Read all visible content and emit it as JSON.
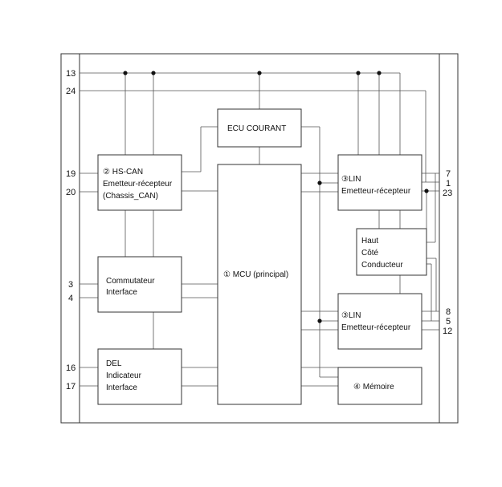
{
  "pins": {
    "p13": "13",
    "p24": "24",
    "p19": "19",
    "p20": "20",
    "p3": "3",
    "p4": "4",
    "p16": "16",
    "p17": "17",
    "p7": "7",
    "p1": "1",
    "p23": "23",
    "p8": "8",
    "p5": "5",
    "p12": "12"
  },
  "blocks": {
    "ecu_courant": {
      "line1": "ECU COURANT"
    },
    "hs_can": {
      "line1": "② HS-CAN",
      "line2": "Emetteur-récepteur",
      "line3": "(Chassis_CAN)"
    },
    "commutateur": {
      "line1": "Commutateur",
      "line2": "Interface"
    },
    "del": {
      "line1": "DEL",
      "line2": "Indicateur",
      "line3": "Interface"
    },
    "mcu": {
      "line1": "① MCU (principal)"
    },
    "lin_top": {
      "line1": "③LIN",
      "line2": "Emetteur-récepteur"
    },
    "haut": {
      "line1": "Haut",
      "line2": "Côté",
      "line3": "Conducteur"
    },
    "lin_bottom": {
      "line1": "③LIN",
      "line2": "Emetteur-récepteur"
    },
    "memoire": {
      "line1": "④ Mémoire"
    }
  }
}
